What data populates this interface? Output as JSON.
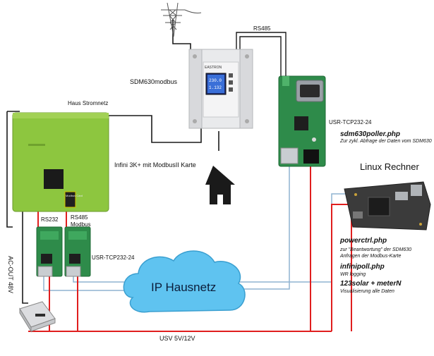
{
  "labels": {
    "rs485_top": "RS485",
    "sdm630": "SDM630modbus",
    "haus_stromnetz": "Haus Stromnetz",
    "infini": "Infini 3K+ mit ModbusII Karte",
    "usr_top": "USR-TCP232-24",
    "sdm630poller": "sdm630poller.php",
    "sdm630poller_desc": "Zur zykl. Abfrage der Daten vom SDM630",
    "linux": "Linux Rechner",
    "rs232": "RS232",
    "rs485_modbus_1": "RS485",
    "rs485_modbus_2": "Modbus",
    "usr_bottom": "USR-TCP232-24",
    "ac_out": "AC-OUT 48V",
    "powerctrl": "powerctrl.php",
    "powerctrl_desc_1": "zur \"Beantwortung\" der SDM630",
    "powerctrl_desc_2": "Anfragen der Modbus-Karte",
    "infinipoll": "infinipoll.php",
    "infinipoll_desc": "WR logging",
    "solar": "123solar + meterN",
    "solar_desc": "Visualisierung alle Daten",
    "network": "IP Hausnetz",
    "usv": "USV 5V/12V"
  },
  "meter_display": {
    "brand": "EASTRON",
    "line1": "230.0",
    "line2": "1.132"
  },
  "card_label": "Modbus Card",
  "colors": {
    "inverter_green": "#8dc63f",
    "power_red": "#e01e1e",
    "network_blue": "#8fb3d1",
    "cloud_fill": "#5fc3f0",
    "pcb_green": "#2e8b4a"
  }
}
